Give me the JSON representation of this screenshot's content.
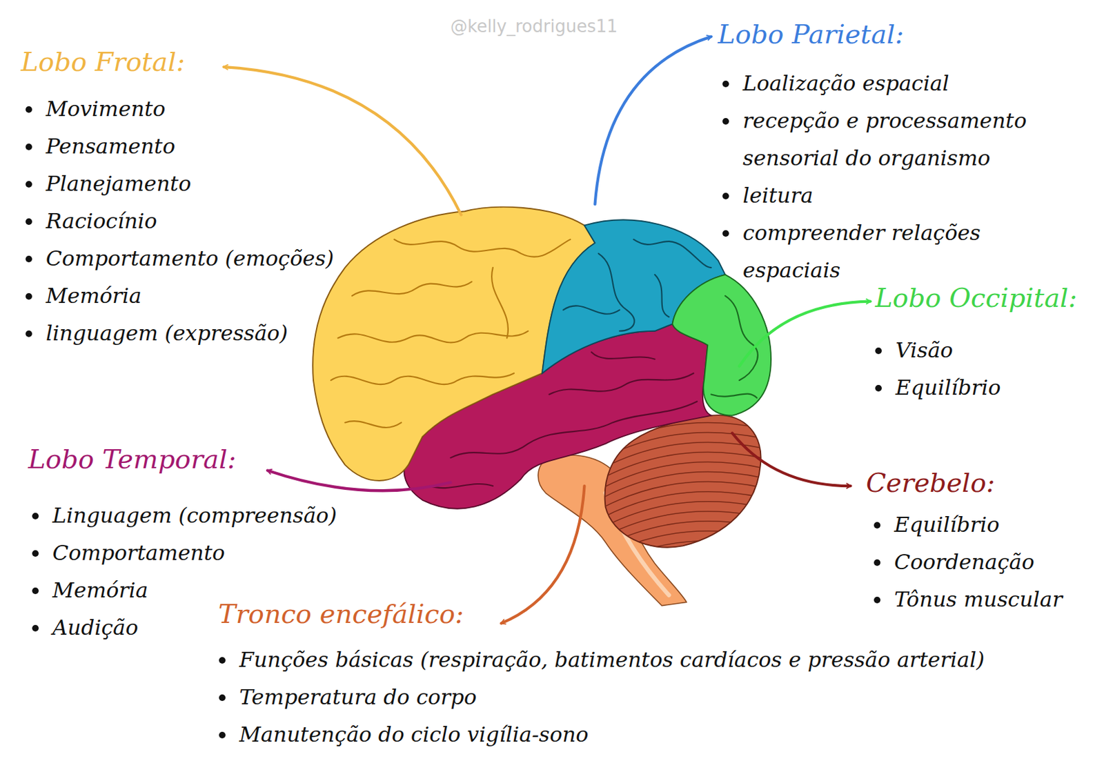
{
  "diagram": {
    "labels": [
      "@kelly_rodrigues11",
      "Lobo Frotal:",
      "Movimento",
      "Pensamento",
      "Planejamento",
      "Raciocínio",
      "Comportamento (emoções)",
      "Memória",
      "linguagem (expressão)",
      "Lobo Parietal:",
      "Loalização espacial",
      "recepção e processamento sensorial do organismo",
      "leitura",
      "compreender relações espaciais",
      "Lobo Occipital:",
      "Visão",
      "Equilíbrio",
      "Lobo Temporal:",
      "Linguagem (compreensão)",
      "Comportamento",
      "Memória",
      "Audição",
      "Cerebelo:",
      "Equilíbrio",
      "Coordenação",
      "Tônus muscular",
      "Tronco encefálico:",
      "Funções básicas (respiração, batimentos cardíacos e pressão arterial)",
      "Temperatura do corpo",
      "Manutenção do ciclo vigília-sono"
    ]
  }
}
